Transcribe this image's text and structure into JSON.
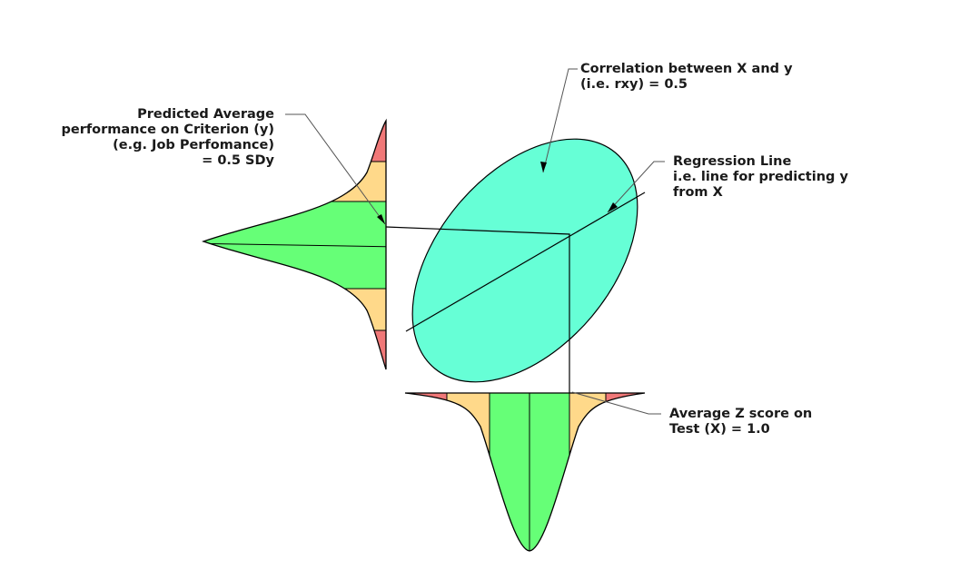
{
  "labels": {
    "correlation": [
      "Correlation between X and y",
      "(i.e. rxy) = 0.5"
    ],
    "predicted": [
      "Predicted Average",
      "performance on Criterion (y)",
      "(e.g. Job Perfomance)",
      "= 0.5 SDy"
    ],
    "regression": [
      "Regression Line",
      "i.e. line for predicting y",
      "from X"
    ],
    "zscore": [
      "Average Z score on",
      "Test (X) = 1.0"
    ]
  },
  "colors": {
    "ellipse": "#66ffd6",
    "tail": "#f07878",
    "middle": "#ffd98a",
    "center": "#66ff77",
    "stroke": "#000000",
    "leader": "#555555"
  }
}
